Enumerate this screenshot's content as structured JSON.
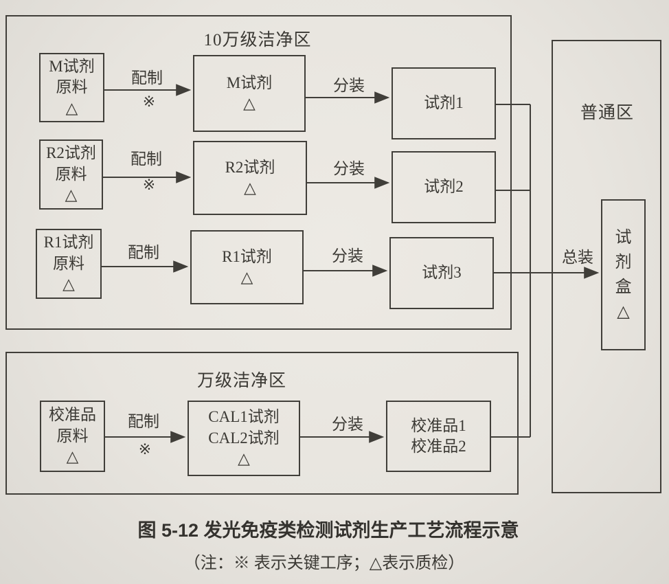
{
  "regions": {
    "clean_100k": "10万级洁净区",
    "clean_10k": "万级洁净区",
    "ordinary": "普通区"
  },
  "rows": [
    {
      "source": "M试剂\n原料\n△",
      "process": "配制",
      "critical_mark": "※",
      "intermediate": "M试剂\n△",
      "dispense": "分装",
      "output": "试剂1"
    },
    {
      "source": "R2试剂\n原料\n△",
      "process": "配制",
      "critical_mark": "※",
      "intermediate": "R2试剂\n△",
      "dispense": "分装",
      "output": "试剂2"
    },
    {
      "source": "R1试剂\n原料\n△",
      "process": "配制",
      "intermediate": "R1试剂\n△",
      "dispense": "分装",
      "output": "试剂3"
    },
    {
      "source": "校准品\n原料\n△",
      "process": "配制",
      "critical_mark": "※",
      "intermediate": "CAL1试剂\nCAL2试剂\n△",
      "dispense": "分装",
      "output": "校准品1\n校准品2"
    }
  ],
  "final_assembly": {
    "label": "总装",
    "output": "试\n剂\n盒\n△"
  },
  "caption": "图 5-12  发光免疫类检测试剂生产工艺流程示意",
  "note": "（注：※ 表示关键工序；△表示质检）"
}
